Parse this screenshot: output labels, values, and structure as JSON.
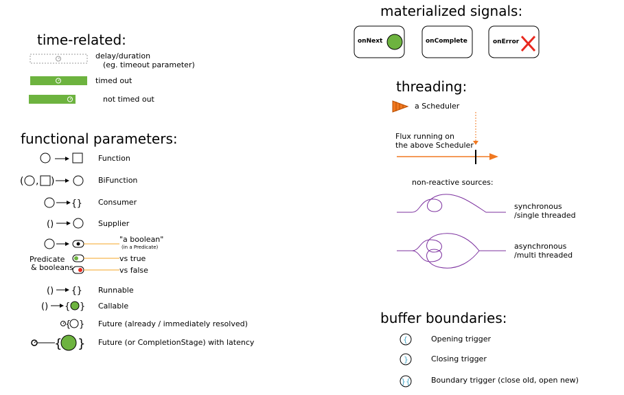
{
  "time_related": {
    "heading": "time-related:",
    "delay_label": "delay/duration",
    "delay_sub": "(eg. timeout parameter)",
    "timed_out": "timed out",
    "not_timed_out": "not timed out"
  },
  "functional": {
    "heading": "functional parameters:",
    "function": "Function",
    "bifunction": "BiFunction",
    "consumer": "Consumer",
    "supplier": "Supplier",
    "predicate_label_1": "Predicate",
    "predicate_label_2": "& booleans",
    "a_boolean": "\"a boolean\"",
    "in_predicate": "(in a Predicate)",
    "vs_true": "vs true",
    "vs_false": "vs false",
    "runnable": "Runnable",
    "callable": "Callable",
    "future_resolved": "Future (already / immediately resolved)",
    "future_latency": "Future (or CompletionStage) with latency"
  },
  "materialized": {
    "heading": "materialized signals:",
    "on_next": "onNext",
    "on_complete": "onComplete",
    "on_error": "onError"
  },
  "threading": {
    "heading": "threading:",
    "scheduler": "a Scheduler",
    "flux_running_1": "Flux running on",
    "flux_running_2": "the above Scheduler",
    "non_reactive": "non-reactive sources:",
    "sync_1": "synchronous",
    "sync_2": "/single threaded",
    "async_1": "asynchronous",
    "async_2": "/multi threaded"
  },
  "buffer": {
    "heading": "buffer boundaries:",
    "opening": "Opening trigger",
    "closing": "Closing trigger",
    "boundary": "Boundary trigger (close old, open new)"
  },
  "colors": {
    "green": "#6db33f",
    "orange": "#f07820",
    "purple": "#7b2f9e",
    "red": "#e8281e",
    "line_orange": "#f5a623",
    "teal": "#4aa8c8"
  }
}
